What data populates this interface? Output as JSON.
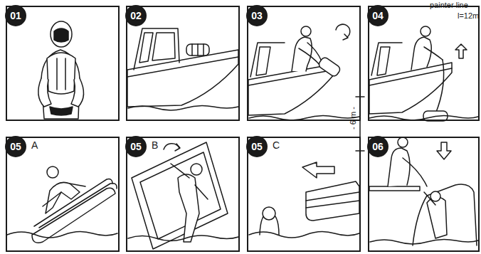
{
  "diagram": {
    "nodes": [
      {
        "text": [
          "01"
        ]
      },
      {
        "text": [
          "02"
        ]
      },
      {
        "text": [
          "03"
        ]
      },
      {
        "text": [
          "04"
        ]
      },
      {
        "text": [
          "05",
          "A"
        ]
      },
      {
        "text": [
          "05",
          "B"
        ]
      },
      {
        "text": [
          "05",
          "C"
        ]
      },
      {
        "text": [
          "06"
        ]
      }
    ],
    "labels": [
      "- 6 m -",
      "painter line",
      "l=12m"
    ]
  }
}
